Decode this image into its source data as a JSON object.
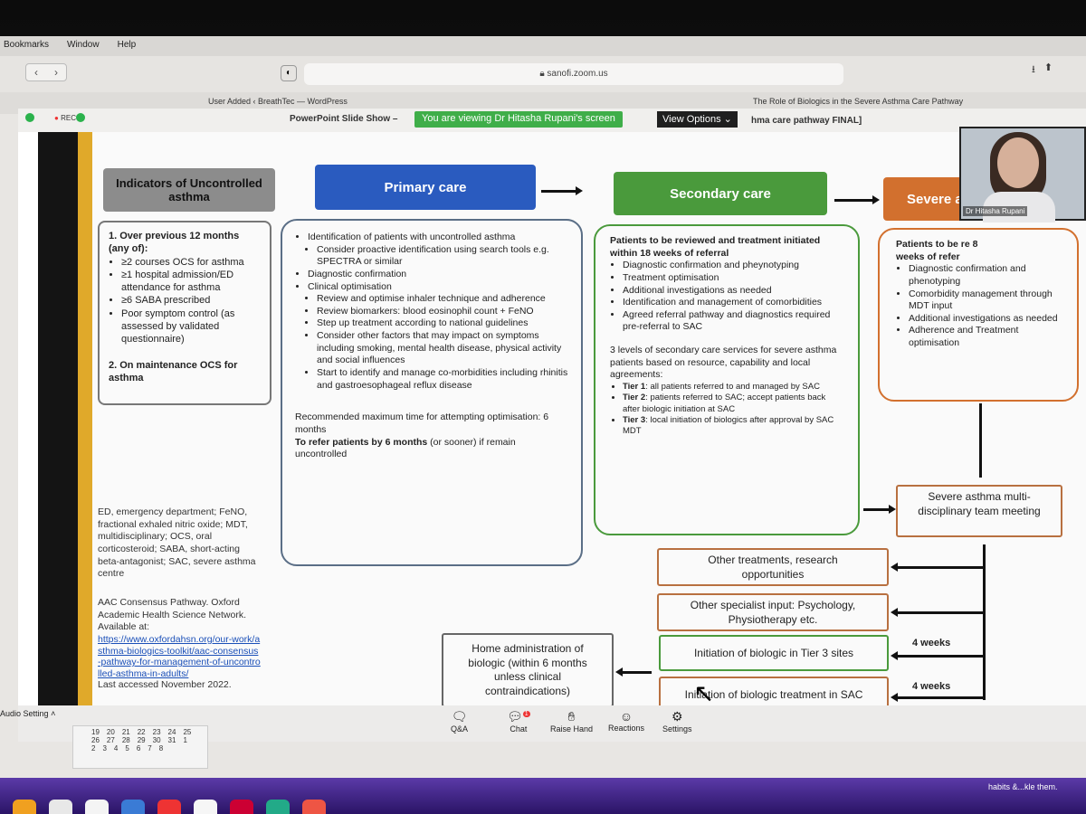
{
  "menubar": {
    "items": [
      "Bookmarks",
      "Window",
      "Help"
    ]
  },
  "browser": {
    "address": "sanofi.zoom.us",
    "tab_left": "User Added ‹ BreathTec — WordPress",
    "tab_right": "The Role of Biologics in the Severe Asthma Care Pathway"
  },
  "zoom": {
    "rec_label": "REC",
    "slide_title": "PowerPoint Slide Show –",
    "viewing": "You are viewing Dr Hitasha Rupani's screen",
    "view_options": "View Options",
    "title_suffix": "hma care pathway FINAL]",
    "participant": "Dr Hitasha Rupani",
    "audio_setting": "Audio Setting",
    "toolbar": [
      {
        "label": "Q&A",
        "icon": "qa-icon"
      },
      {
        "label": "Chat",
        "icon": "chat-icon",
        "badge": "1"
      },
      {
        "label": "Raise Hand",
        "icon": "hand-icon"
      },
      {
        "label": "Reactions",
        "icon": "reactions-icon"
      },
      {
        "label": "Settings",
        "icon": "gear-icon"
      }
    ]
  },
  "slide": {
    "indicators": {
      "header": "Indicators of Uncontrolled asthma",
      "p1_title": "1. Over previous 12 months (any of):",
      "items": [
        "≥2 courses OCS for asthma",
        "≥1 hospital admission/ED attendance for asthma",
        "≥6 SABA prescribed",
        "Poor symptom control (as assessed by validated questionnaire)"
      ],
      "p2_title": "2. On maintenance OCS for asthma"
    },
    "primary": {
      "header": "Primary care",
      "i1": "Identification of patients with uncontrolled asthma",
      "i1a": "Consider proactive identification using search tools e.g. SPECTRA or similar",
      "i2": "Diagnostic confirmation",
      "i3": "Clinical optimisation",
      "i3a": "Review and optimise inhaler technique and adherence",
      "i3b": "Review biomarkers: blood eosinophil count + FeNO",
      "i3c": "Step up treatment according to national guidelines",
      "i3d": "Consider other factors that may impact on symptoms including smoking, mental health disease, physical activity and social influences",
      "i3e": "Start to identify and manage co-morbidities including rhinitis and gastroesophageal reflux disease",
      "rec": "Recommended maximum time for attempting optimisation: 6 months",
      "refer_bold": "To refer patients by 6 months",
      "refer_rest": " (or sooner) if remain uncontrolled"
    },
    "secondary": {
      "header": "Secondary care",
      "intro": "Patients to be reviewed and treatment initiated within 18 weeks of referral",
      "items": [
        "Diagnostic confirmation and pheynotyping",
        "Treatment optimisation",
        "Additional investigations as needed",
        "Identification and management of comorbidities",
        "Agreed referral pathway and diagnostics required pre-referral to SAC"
      ],
      "tiers_intro": "3 levels of secondary care services for severe asthma patients based on resource, capability and local agreements:",
      "t1_label": "Tier 1",
      "t1": ": all patients referred to and managed by SAC",
      "t2_label": "Tier 2",
      "t2": ": patients referred to SAC; accept patients back after biologic initiation at SAC",
      "t3_label": "Tier 3",
      "t3": ": local initiation of biologics after approval by SAC MDT"
    },
    "severe": {
      "header": "Severe ast",
      "intro": "Patients to be re 8 weeks of refer",
      "items": [
        "Diagnostic confirmation and phenotyping",
        "Comorbidity management through MDT input",
        "Additional investigations as needed",
        "Adherence and Treatment optimisation"
      ]
    },
    "mdt": "Severe asthma multi-disciplinary team meeting",
    "other_treatments": "Other treatments, research opportunities",
    "other_specialist": "Other specialist input: Psychology, Physiotherapy etc.",
    "tier3_initiation": "Initiation of biologic in Tier 3 sites",
    "sac_initiation": "Initiation of biologic treatment in SAC",
    "home_admin": "Home administration of biologic (within 6 months unless clinical contraindications)",
    "weeks1": "4 weeks",
    "weeks2": "4 weeks",
    "abbrev": "ED, emergency department; FeNO, fractional exhaled nitric oxide; MDT, multidisciplinary; OCS, oral corticosteroid; SABA, short-acting beta-antagonist; SAC, severe asthma centre",
    "source": "AAC Consensus Pathway. Oxford Academic Health Science Network. Available at:",
    "source_link": "https://www.oxfordahsn.org/our-work/asthma-biologics-toolkit/aac-consensus-pathway-for-management-of-uncontrolled-asthma-in-adults/",
    "accessed": "Last accessed November 2022."
  },
  "calendar": {
    "rows": [
      [
        "19",
        "20",
        "21",
        "22",
        "23",
        "24",
        "25"
      ],
      [
        "26",
        "27",
        "28",
        "29",
        "30",
        "31",
        "1"
      ],
      [
        "2",
        "3",
        "4",
        "5",
        "6",
        "7",
        "8"
      ]
    ]
  },
  "desktop_note": "habits &...kle them.",
  "colors": {
    "primary": "#2a5bbf",
    "secondary": "#4a9a3c",
    "severe": "#d2702e",
    "indicators": "#8c8c8c",
    "green": "#3fae49"
  }
}
